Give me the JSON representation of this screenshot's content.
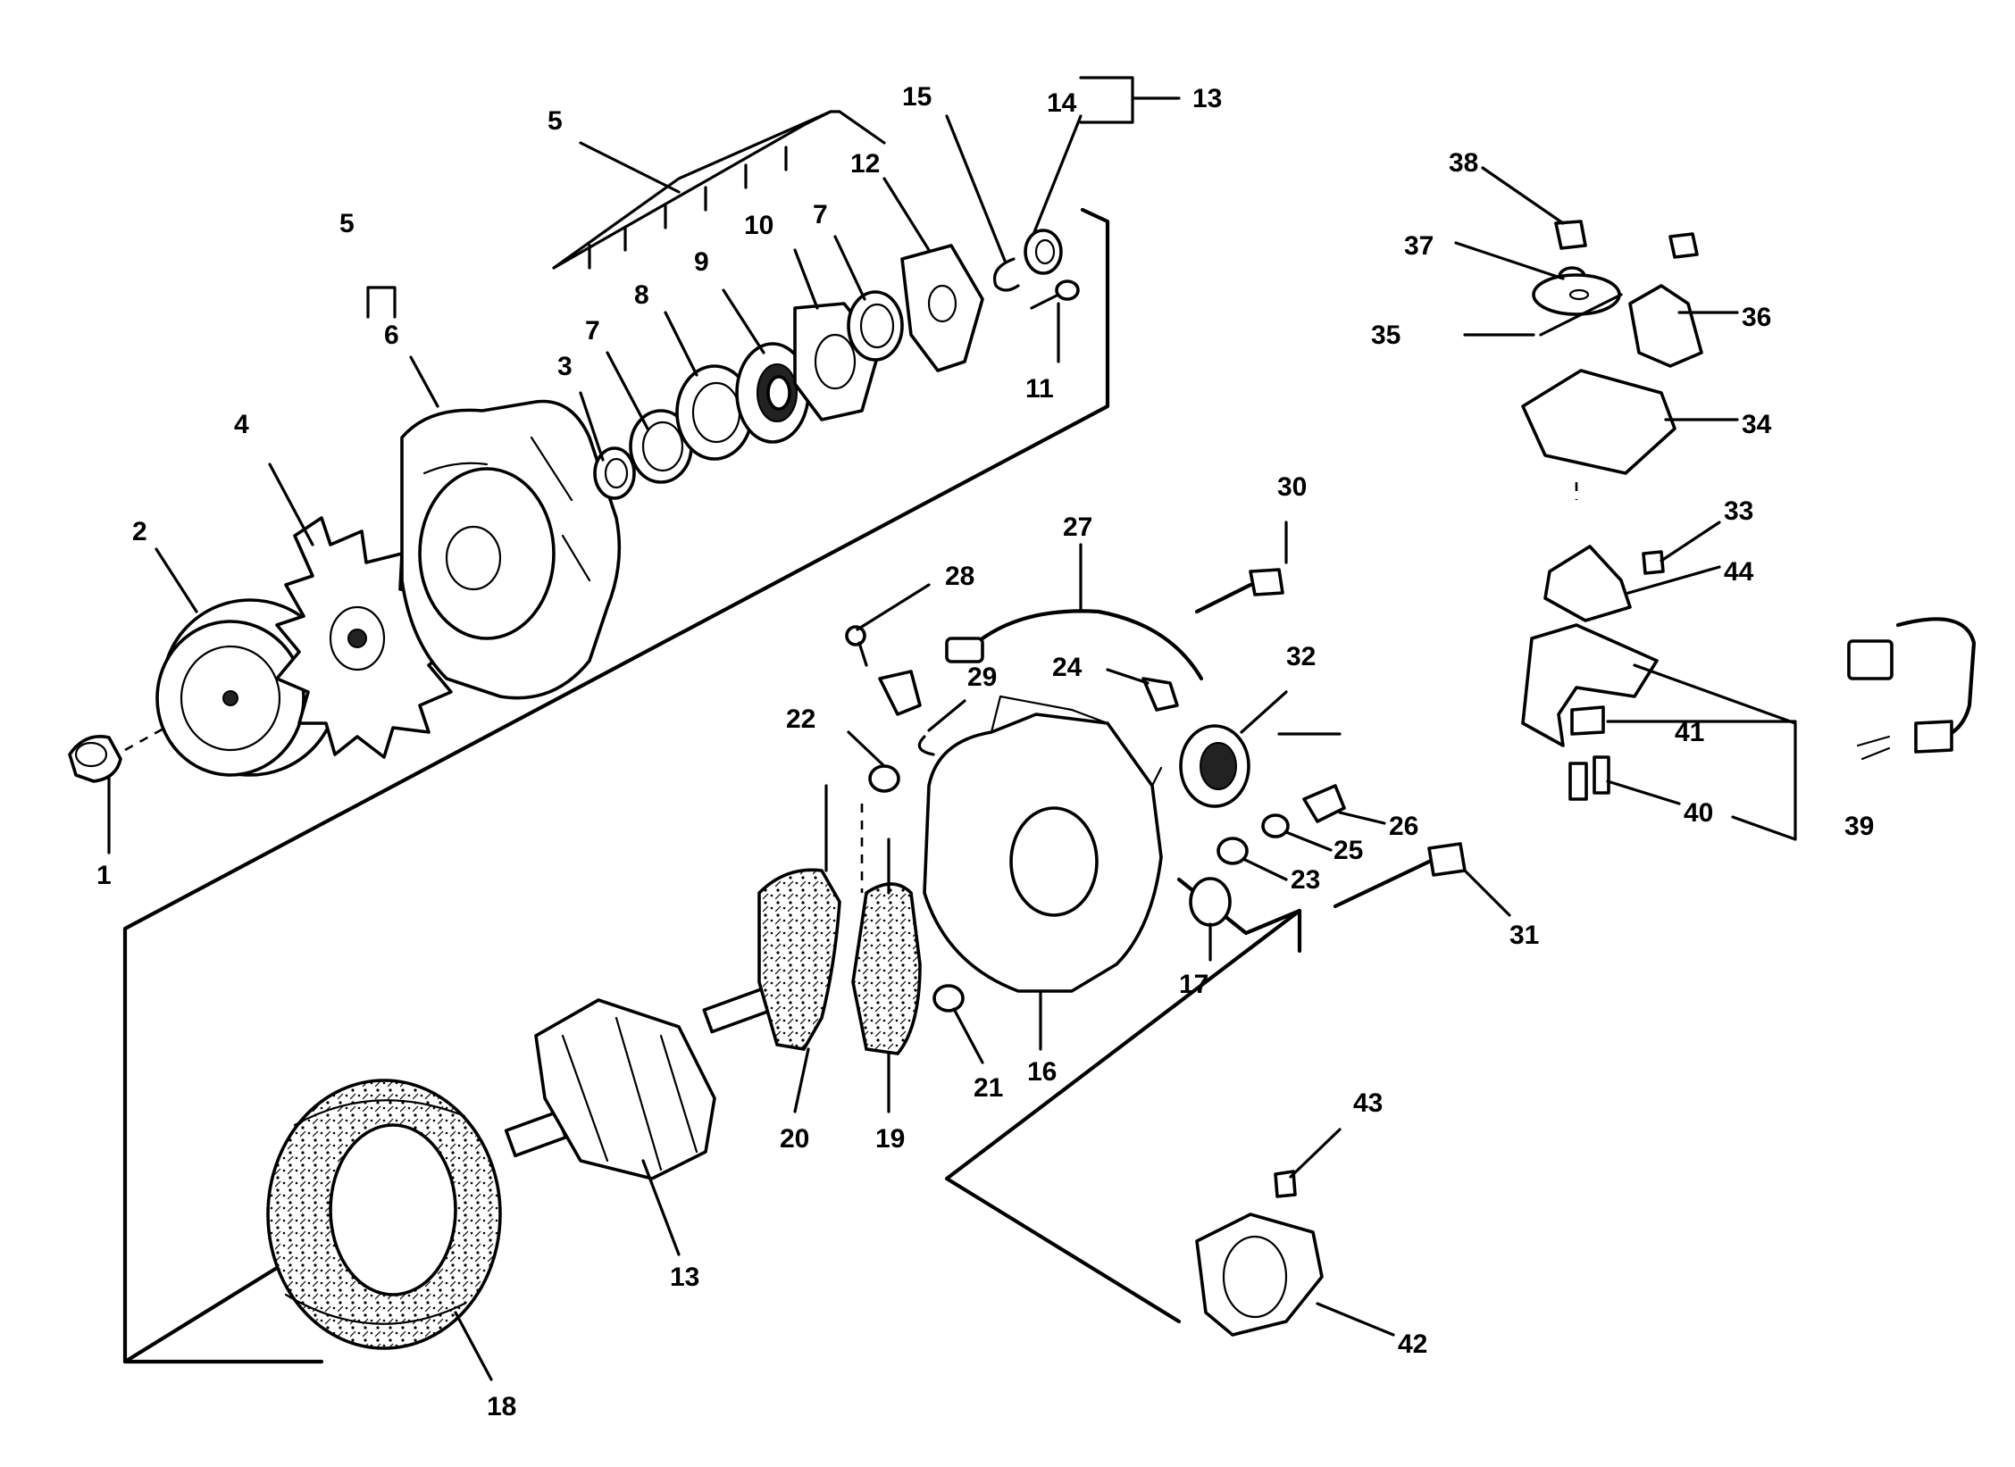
{
  "callouts": [
    {
      "id": "1",
      "text": "1"
    },
    {
      "id": "2",
      "text": "2"
    },
    {
      "id": "3",
      "text": "3"
    },
    {
      "id": "4",
      "text": "4"
    },
    {
      "id": "5a",
      "text": "5"
    },
    {
      "id": "5b",
      "text": "5"
    },
    {
      "id": "6",
      "text": "6"
    },
    {
      "id": "7a",
      "text": "7"
    },
    {
      "id": "7b",
      "text": "7"
    },
    {
      "id": "8",
      "text": "8"
    },
    {
      "id": "9",
      "text": "9"
    },
    {
      "id": "10",
      "text": "10"
    },
    {
      "id": "11",
      "text": "11"
    },
    {
      "id": "12",
      "text": "12"
    },
    {
      "id": "13a",
      "text": "13"
    },
    {
      "id": "13b",
      "text": "13"
    },
    {
      "id": "14",
      "text": "14"
    },
    {
      "id": "15",
      "text": "15"
    },
    {
      "id": "16",
      "text": "16"
    },
    {
      "id": "17",
      "text": "17"
    },
    {
      "id": "18",
      "text": "18"
    },
    {
      "id": "19",
      "text": "19"
    },
    {
      "id": "20",
      "text": "20"
    },
    {
      "id": "21",
      "text": "21"
    },
    {
      "id": "22",
      "text": "22"
    },
    {
      "id": "23",
      "text": "23"
    },
    {
      "id": "24",
      "text": "24"
    },
    {
      "id": "25",
      "text": "25"
    },
    {
      "id": "26",
      "text": "26"
    },
    {
      "id": "27",
      "text": "27"
    },
    {
      "id": "28",
      "text": "28"
    },
    {
      "id": "29",
      "text": "29"
    },
    {
      "id": "30",
      "text": "30"
    },
    {
      "id": "31",
      "text": "31"
    },
    {
      "id": "32",
      "text": "32"
    },
    {
      "id": "33",
      "text": "33"
    },
    {
      "id": "34",
      "text": "34"
    },
    {
      "id": "35",
      "text": "35"
    },
    {
      "id": "36",
      "text": "36"
    },
    {
      "id": "37",
      "text": "37"
    },
    {
      "id": "38",
      "text": "38"
    },
    {
      "id": "39",
      "text": "39"
    },
    {
      "id": "40",
      "text": "40"
    },
    {
      "id": "41",
      "text": "41"
    },
    {
      "id": "42",
      "text": "42"
    },
    {
      "id": "43",
      "text": "43"
    },
    {
      "id": "44",
      "text": "44"
    }
  ]
}
